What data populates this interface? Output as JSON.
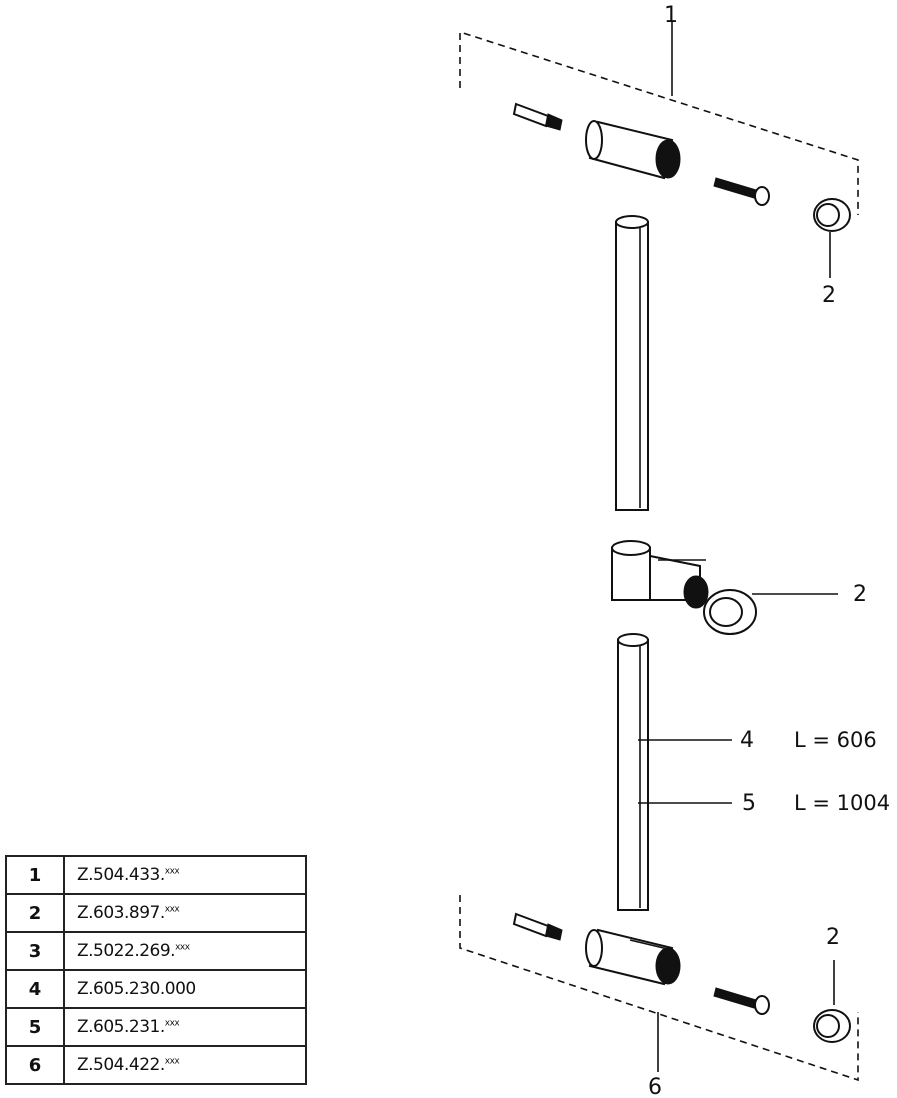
{
  "callouts": {
    "top_assembly": "1",
    "top_ring": "2",
    "slider": "2",
    "rod_short": "4",
    "rod_long": "5",
    "bottom_ring": "2",
    "bottom_assembly": "6"
  },
  "lengths": {
    "rod_short": "L = 606",
    "rod_long": "L = 1004"
  },
  "parts": [
    {
      "num": "1",
      "code": "Z.504.433.",
      "suffix": "xxx"
    },
    {
      "num": "2",
      "code": "Z.603.897.",
      "suffix": "xxx"
    },
    {
      "num": "3",
      "code": "Z.5022.269.",
      "suffix": "xxx"
    },
    {
      "num": "4",
      "code": "Z.605.230.000",
      "suffix": ""
    },
    {
      "num": "5",
      "code": "Z.605.231.",
      "suffix": "xxx"
    },
    {
      "num": "6",
      "code": "Z.504.422.",
      "suffix": "xxx"
    }
  ]
}
